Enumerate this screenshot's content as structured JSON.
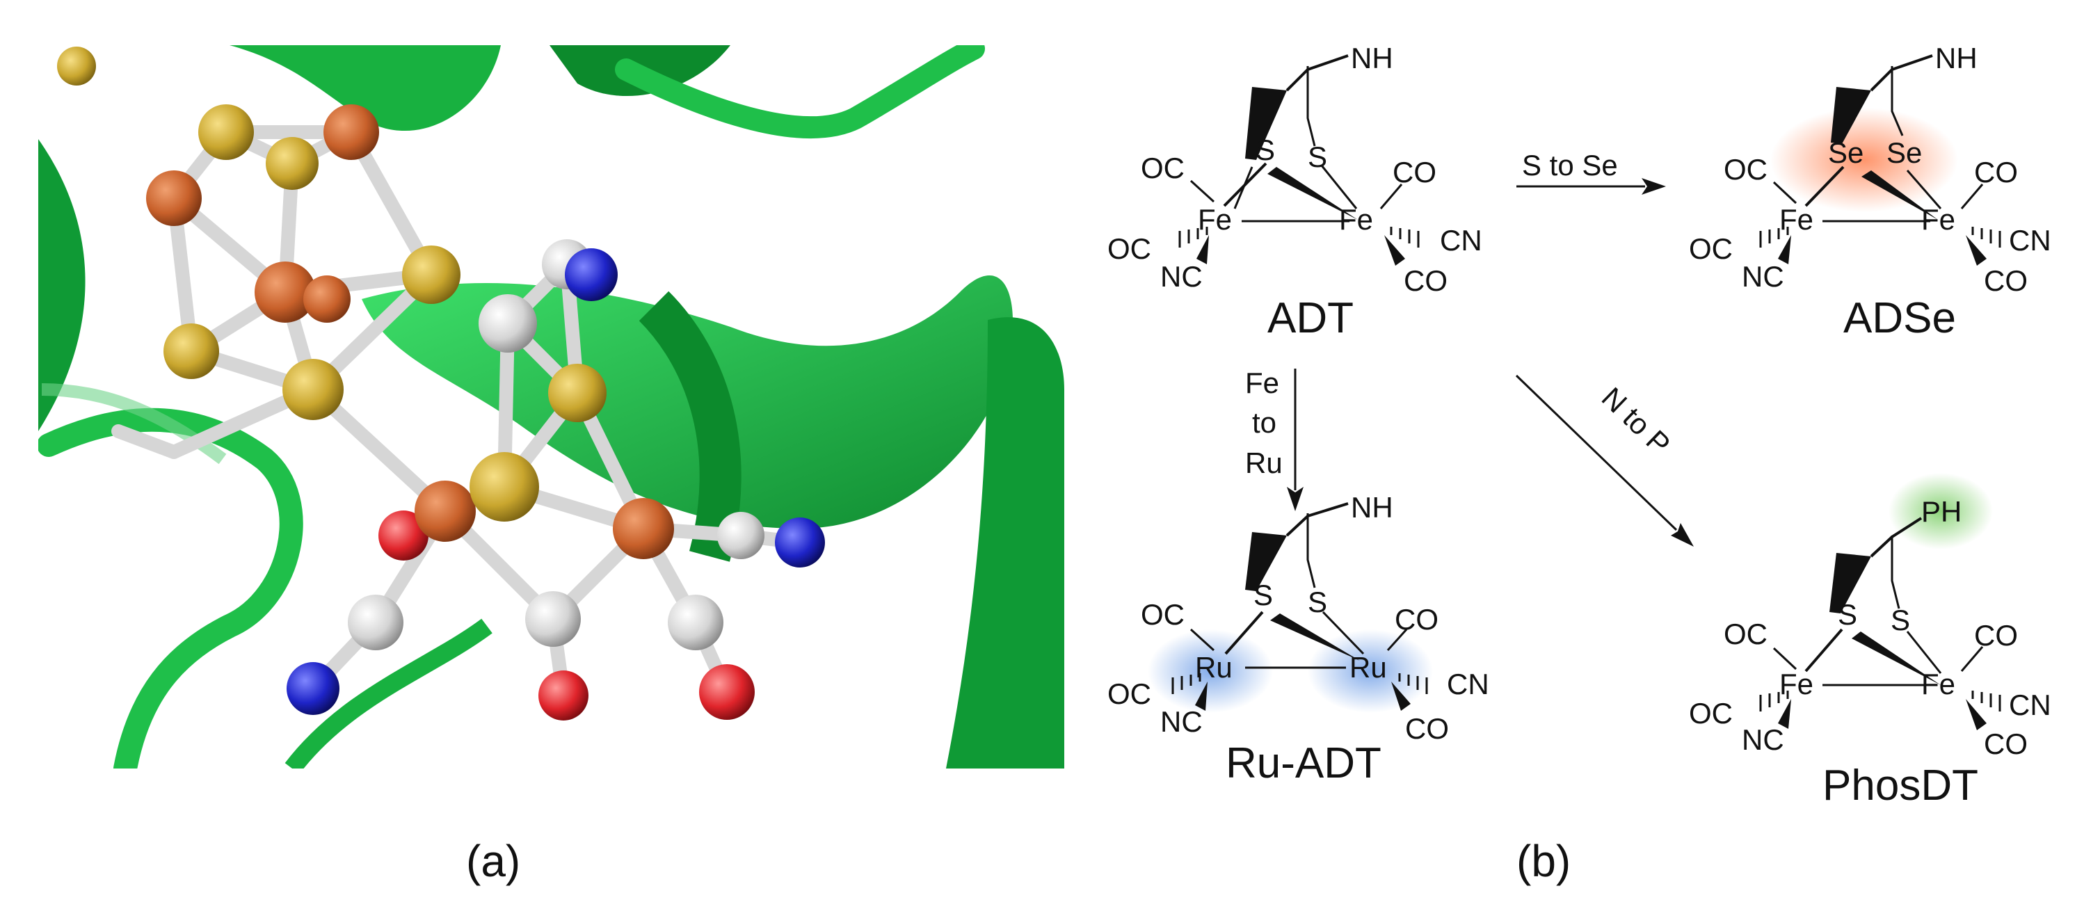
{
  "captions": {
    "a": "(a)",
    "b": "(b)"
  },
  "colors": {
    "protein_green": "#1fbf4a",
    "iron_orange": "#c8602a",
    "sulfur_gold": "#c9a62e",
    "carbon_grey": "#cfcfcf",
    "nitrogen_blue": "#1e24c8",
    "oxygen_red": "#e0242b",
    "se_highlight": "#ff8a5c",
    "ru_highlight": "#6f9ee6",
    "p_highlight": "#7fcf6a"
  },
  "molecules": {
    "adt": {
      "name": "ADT",
      "amine": "NH",
      "bridge": "S",
      "metal": "Fe",
      "ligand_oc": "OC",
      "ligand_co": "CO",
      "ligand_cn": "CN",
      "ligand_nc": "NC"
    },
    "adse": {
      "name": "ADSe",
      "amine": "NH",
      "bridge": "Se",
      "metal": "Fe",
      "ligand_oc": "OC",
      "ligand_co": "CO",
      "ligand_cn": "CN",
      "ligand_nc": "NC"
    },
    "ru_adt": {
      "name": "Ru-ADT",
      "amine": "NH",
      "bridge": "S",
      "metal": "Ru",
      "ligand_oc": "OC",
      "ligand_co": "CO",
      "ligand_cn": "CN",
      "ligand_nc": "NC"
    },
    "phosdt": {
      "name": "PhosDT",
      "amine": "PH",
      "bridge": "S",
      "metal": "Fe",
      "ligand_oc": "OC",
      "ligand_co": "CO",
      "ligand_cn": "CN",
      "ligand_nc": "NC"
    }
  },
  "arrows": {
    "s_to_se": "S to Se",
    "fe_to_ru": [
      "Fe",
      "to",
      "Ru"
    ],
    "n_to_p": "N to P"
  }
}
